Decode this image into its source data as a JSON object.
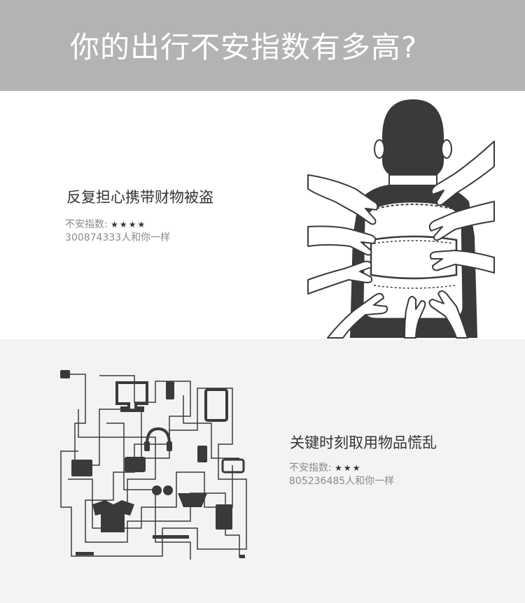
{
  "header": {
    "title": "你的出行不安指数有多高?"
  },
  "sections": [
    {
      "headline": "反复担心携带财物被盗",
      "index_label": "不安指数:",
      "stars": "★★★★",
      "rating": 4,
      "count_text": "300874333人和你一样",
      "illustration": "backpack-hands-illustration"
    },
    {
      "headline": "关键时刻取用物品慌乱",
      "index_label": "不安指数:",
      "stars": "★★★",
      "rating": 3,
      "count_text": "805236485人和你一样",
      "illustration": "tangled-items-illustration"
    }
  ],
  "colors": {
    "header_bg": "#b3b3b3",
    "dark": "#333333",
    "muted": "#8a8a8a",
    "section2_bg": "#f3f3f3"
  }
}
